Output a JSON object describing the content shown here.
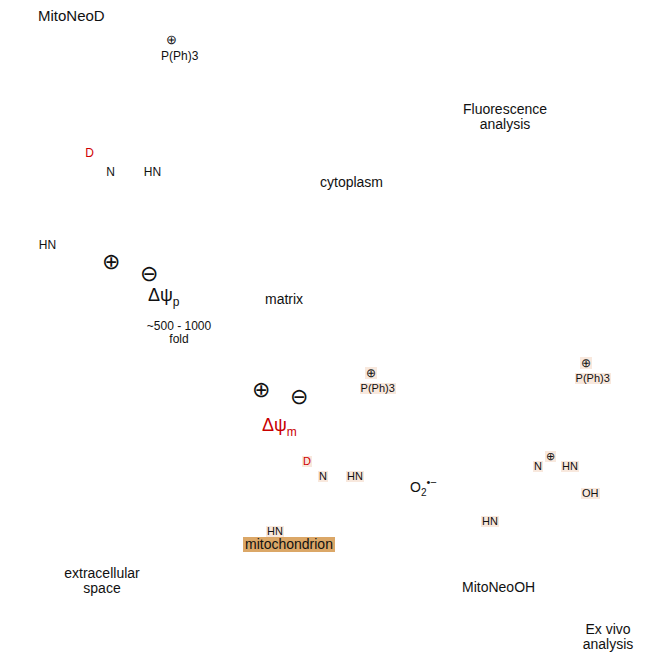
{
  "diagram": {
    "nodes": [
      {
        "text": [
          "cytoplasm"
        ]
      },
      {
        "text": [
          "matrix",
          "mitochondrion"
        ],
        "in": 0
      }
    ],
    "labels": [
      "MitoNeoD",
      "⊕",
      "P(Ph)3",
      "D",
      "N",
      "HN",
      "HN",
      "Fluorescence analysis",
      "⊕",
      "⊖",
      "Δψ",
      "p",
      "~500 - 1000 fold",
      "⊕",
      "⊖",
      "Δψ",
      "m",
      "⊕",
      "P(Ph)3",
      "D",
      "N",
      "HN",
      "HN",
      "O",
      "2",
      "•−",
      "⊕",
      "P(Ph)3",
      "⊕",
      "N",
      "HN",
      "HN",
      "OH",
      "MitoNeoOH",
      "extracellular space",
      "Ex vivo analysis"
    ]
  }
}
